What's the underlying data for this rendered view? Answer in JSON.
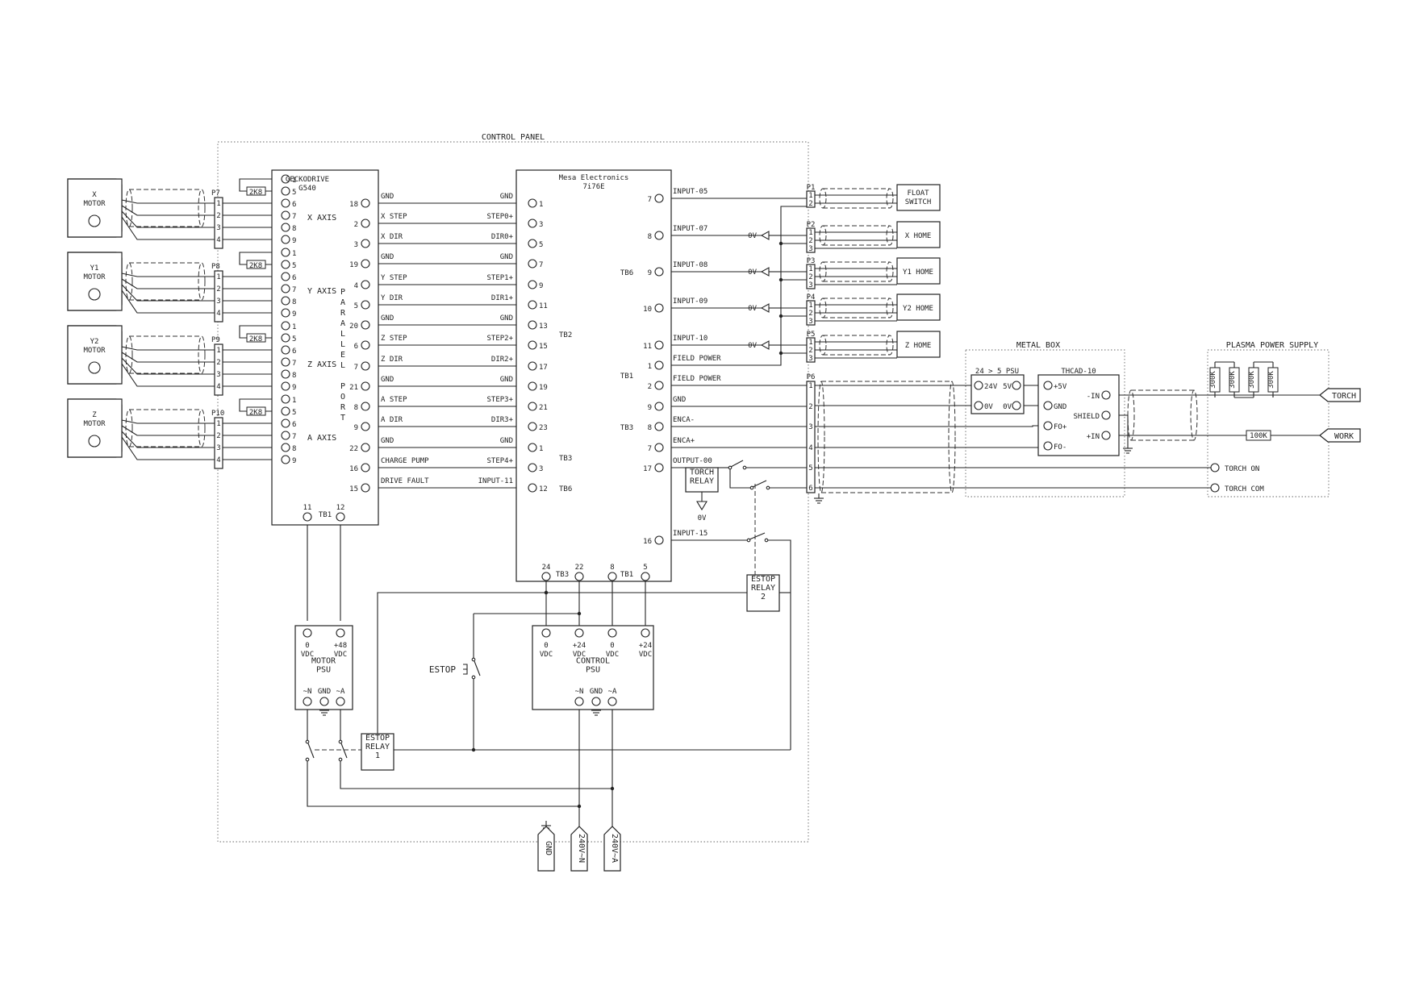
{
  "regions": {
    "control_panel": "CONTROL PANEL",
    "metal_box": "METAL BOX",
    "plasma_power_supply": "PLASMA POWER SUPPLY"
  },
  "motors": [
    {
      "name": "X\nMOTOR"
    },
    {
      "name": "Y1\nMOTOR"
    },
    {
      "name": "Y2\nMOTOR"
    },
    {
      "name": "Z\nMOTOR"
    }
  ],
  "gecko": {
    "title": "GECKODRIVE\nG540",
    "resistor": "2K8",
    "axes": [
      {
        "plug": "P7",
        "label": "X AXIS",
        "pins": [
          "1",
          "5",
          "6",
          "7",
          "8",
          "9"
        ]
      },
      {
        "plug": "P8",
        "label": "Y AXIS",
        "pins": [
          "1",
          "5",
          "6",
          "7",
          "8",
          "9"
        ]
      },
      {
        "plug": "P9",
        "label": "Z AXIS",
        "pins": [
          "1",
          "5",
          "6",
          "7",
          "8",
          "9"
        ]
      },
      {
        "plug": "P10",
        "label": "A AXIS",
        "pins": [
          "1",
          "5",
          "6",
          "7",
          "8",
          "9"
        ]
      }
    ],
    "plug_pins": [
      "1",
      "2",
      "3",
      "4"
    ],
    "parallel_port": "PARALLEL PORT",
    "tb1_label": "TB1",
    "tb1_pins": [
      "11",
      "12"
    ]
  },
  "parallel_rows": [
    {
      "pin": "18",
      "left": "GND",
      "right": "GND",
      "mesa": "1"
    },
    {
      "pin": "2",
      "left": "X STEP",
      "right": "STEP0+",
      "mesa": "3"
    },
    {
      "pin": "3",
      "left": "X DIR",
      "right": "DIR0+",
      "mesa": "5"
    },
    {
      "pin": "19",
      "left": "GND",
      "right": "GND",
      "mesa": "7"
    },
    {
      "pin": "4",
      "left": "Y STEP",
      "right": "STEP1+",
      "mesa": "9"
    },
    {
      "pin": "5",
      "left": "Y DIR",
      "right": "DIR1+",
      "mesa": "11"
    },
    {
      "pin": "20",
      "left": "GND",
      "right": "GND",
      "mesa": "13"
    },
    {
      "pin": "6",
      "left": "Z STEP",
      "right": "STEP2+",
      "mesa": "15"
    },
    {
      "pin": "7",
      "left": "Z DIR",
      "right": "DIR2+",
      "mesa": "17"
    },
    {
      "pin": "21",
      "left": "GND",
      "right": "GND",
      "mesa": "19"
    },
    {
      "pin": "8",
      "left": "A STEP",
      "right": "STEP3+",
      "mesa": "21"
    },
    {
      "pin": "9",
      "left": "A DIR",
      "right": "DIR3+",
      "mesa": "23"
    },
    {
      "pin": "22",
      "left": "GND",
      "right": "GND",
      "mesa": "1"
    },
    {
      "pin": "16",
      "left": "CHARGE PUMP",
      "right": "STEP4+",
      "mesa": "3"
    },
    {
      "pin": "15",
      "left": "DRIVE FAULT",
      "right": "INPUT-11",
      "mesa": "12"
    }
  ],
  "mesa": {
    "title": "Mesa Electronics\n7i76E",
    "tb2": "TB2",
    "tb3": "TB3",
    "tb6": "TB6",
    "tb1": "TB1",
    "bottom_pins": [
      "24",
      "22",
      "8",
      "5"
    ],
    "right_rows": [
      {
        "pin": "7",
        "label": "INPUT-05"
      },
      {
        "pin": "8",
        "label": "INPUT-07"
      },
      {
        "pin": "9",
        "label": "INPUT-08"
      },
      {
        "pin": "10",
        "label": "INPUT-09"
      },
      {
        "pin": "11",
        "label": "INPUT-10"
      },
      {
        "pin": "1",
        "label": "FIELD POWER"
      },
      {
        "pin": "2",
        "label": "FIELD POWER"
      },
      {
        "pin": "9",
        "label": "GND"
      },
      {
        "pin": "8",
        "label": "ENCA-"
      },
      {
        "pin": "7",
        "label": "ENCA+"
      },
      {
        "pin": "17",
        "label": "OUTPUT-00"
      },
      {
        "pin": "16",
        "label": "INPUT-15"
      }
    ],
    "zero_v": "0V"
  },
  "switches": [
    {
      "plug": "P1",
      "name": "FLOAT\nSWITCH"
    },
    {
      "plug": "P2",
      "name": "X HOME"
    },
    {
      "plug": "P3",
      "name": "Y1 HOME"
    },
    {
      "plug": "P4",
      "name": "Y2 HOME"
    },
    {
      "plug": "P5",
      "name": "Z HOME"
    }
  ],
  "p6": {
    "plug": "P6",
    "pins": [
      "1",
      "2",
      "3",
      "4",
      "5",
      "6"
    ]
  },
  "torch_relay": "TORCH\nRELAY",
  "torch_relay_0v": "0V",
  "psu_24_5": {
    "title": "24 > 5 PSU",
    "left": [
      "24V",
      "0V"
    ],
    "right": [
      "5V",
      "0V"
    ]
  },
  "thcad": {
    "title": "THCAD-10",
    "left": [
      "+5V",
      "GND",
      "FO+",
      "FO-"
    ],
    "right": [
      "-IN",
      "SHIELD",
      "+IN"
    ]
  },
  "plasma": {
    "resistors": [
      "300K",
      "300K",
      "300K",
      "300K"
    ],
    "r100": "100K"
  },
  "outputs": [
    "TORCH",
    "WORK",
    "TORCH ON",
    "TORCH COM"
  ],
  "motor_psu": {
    "title": "MOTOR\nPSU",
    "top": [
      "0\nVDC",
      "+48\nVDC"
    ],
    "bottom": [
      "~N",
      "GND",
      "~A"
    ]
  },
  "control_psu": {
    "title": "CONTROL\nPSU",
    "top": [
      "0\nVDC",
      "+24\nVDC",
      "0\nVDC",
      "+24\nVDC"
    ],
    "bottom": [
      "~N",
      "GND",
      "~A"
    ]
  },
  "estop": "ESTOP",
  "estop_relay_1": "ESTOP\nRELAY\n1",
  "estop_relay_2": "ESTOP\nRELAY\n2",
  "mains": [
    "GND",
    "240V~N",
    "240V~A"
  ]
}
